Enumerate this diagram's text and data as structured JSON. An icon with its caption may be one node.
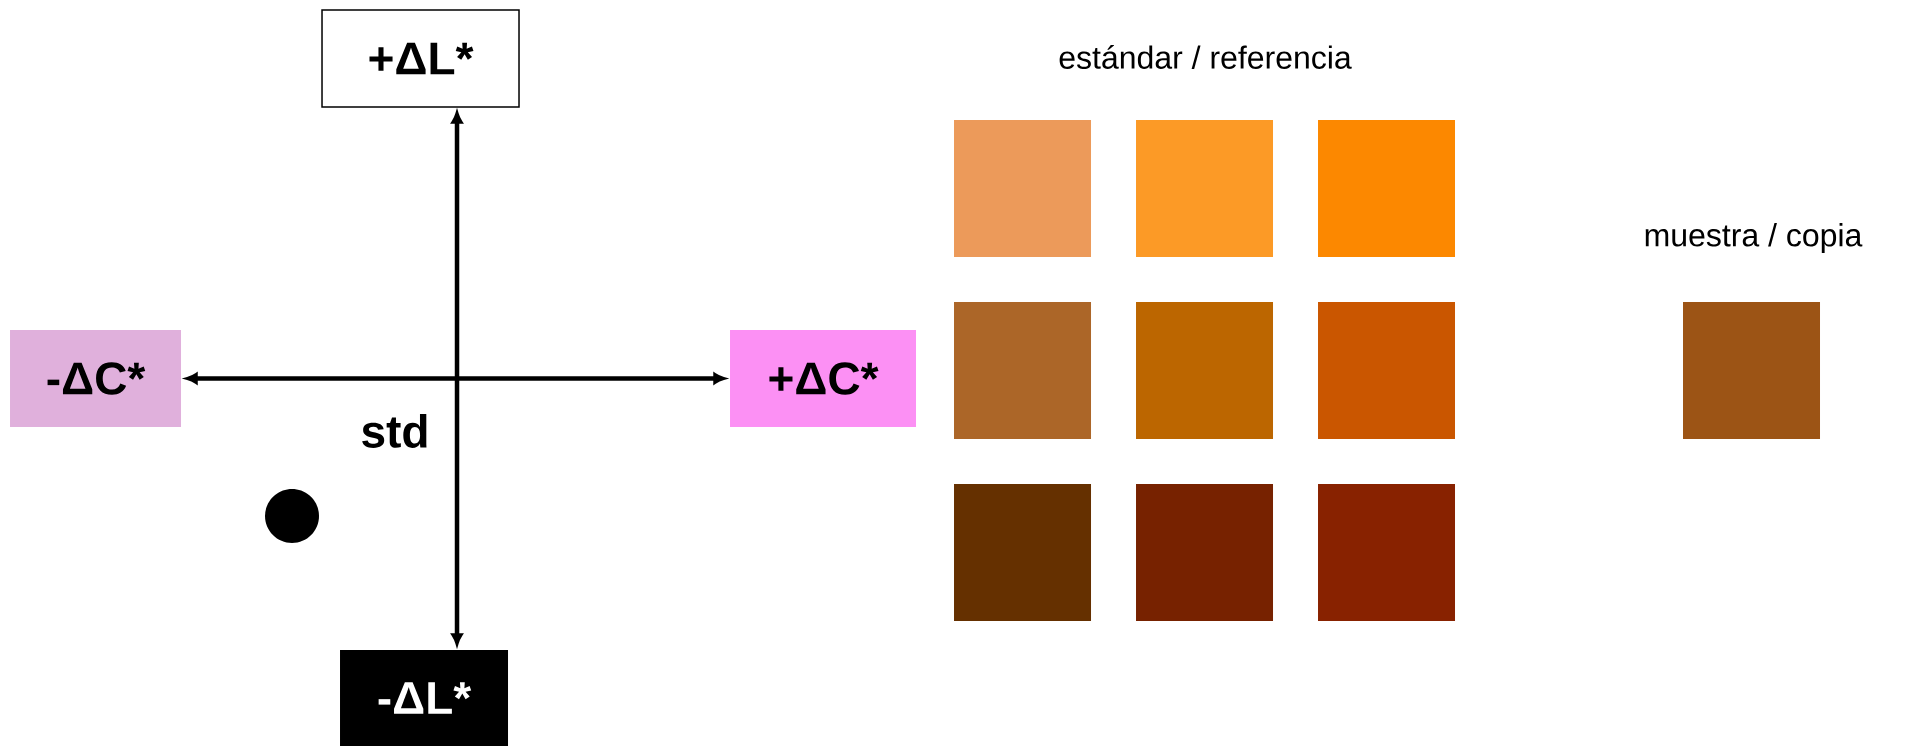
{
  "diagram": {
    "nodes": [
      {
        "text": [
          "+ΔL*"
        ]
      },
      {
        "text": [
          "-ΔC*"
        ]
      },
      {
        "text": [
          "+ΔC*"
        ]
      },
      {
        "text": [
          "-ΔL*"
        ]
      }
    ],
    "edges": [
      {
        "from": 0,
        "to": 3,
        "arrow": "both"
      },
      {
        "from": 1,
        "to": 2,
        "arrow": "both"
      }
    ],
    "labels": [
      "std",
      "estándar / referencia",
      "muestra / copia"
    ]
  }
}
